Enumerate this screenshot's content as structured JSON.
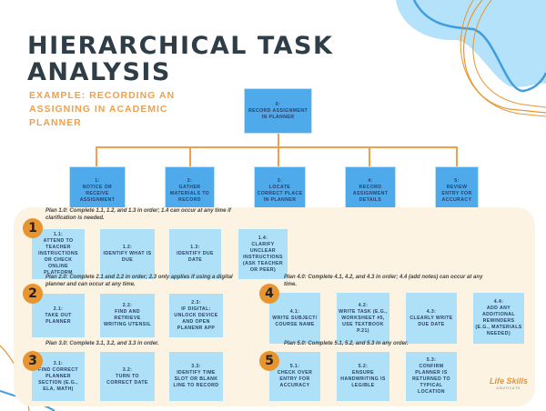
{
  "title": {
    "line1": "HIERARCHICAL TASK",
    "line2": "ANALYSIS"
  },
  "subtitle": "EXAMPLE: RECORDING AN ASSIGNING IN ACADEMIC PLANNER",
  "root": {
    "id": "0:",
    "label": "RECORD ASSIGNMENT IN PLANNER"
  },
  "level1": [
    {
      "id": "1:",
      "label": "NOTICE OR RECEIVE ASSIGNMENT"
    },
    {
      "id": "2:",
      "label": "GATHER MATERIALS TO RECORD"
    },
    {
      "id": "3:",
      "label": "LOCATE CORRECT PLACE IN PLANNER"
    },
    {
      "id": "4:",
      "label": "RECORD ASSIGNMENT DETAILS"
    },
    {
      "id": "5:",
      "label": "REVIEW ENTRY FOR ACCURACY"
    }
  ],
  "plans": [
    {
      "num": "1",
      "plan": "Plan 1.0: Complete 1.1, 1.2, and 1.3 in order; 1.4 can occur at any time if clarification is needed.",
      "steps": [
        {
          "id": "1.1:",
          "label": "ATTEND TO TEACHER INSTRUCTIONS OR CHECK ONLINE PLATFORM"
        },
        {
          "id": "1.2:",
          "label": "IDENTIFY WHAT IS DUE"
        },
        {
          "id": "1.3:",
          "label": "IDENTIFY DUE DATE"
        },
        {
          "id": "1.4:",
          "label": "CLARIFY UNCLEAR INSTRUCTIONS (ASK TEACHER OR PEER)"
        }
      ]
    },
    {
      "num": "2",
      "plan": "Plan 2.0: Complete 2.1 and 2.2 in order; 2.3 only applies if using a digital planner and can occur at any time.",
      "steps": [
        {
          "id": "2.1:",
          "label": "TAKE OUT PLANNER"
        },
        {
          "id": "2.2:",
          "label": "FIND AND RETRIEVE WRITING UTENSIL"
        },
        {
          "id": "2.3:",
          "label": "IF DIGITAL: UNLOCK DEVICE AND OPEN PLANENR APP"
        }
      ]
    },
    {
      "num": "3",
      "plan": "Plan 3.0: Complete 3.1, 3.2, and 3.3 in order.",
      "steps": [
        {
          "id": "3.1:",
          "label": "FIND CORRECT PLANNER SECTION (E.G., ELA, MATH)"
        },
        {
          "id": "3.2:",
          "label": "TURN TO CORRECT DATE"
        },
        {
          "id": "3.3:",
          "label": "IDENTIFY TIME SLOT OR BLANK LINE TO RECORD"
        }
      ]
    },
    {
      "num": "4",
      "plan": "Plan 4.0: Complete 4.1, 4.2, and 4.3 in order; 4.4 (add notes) can occur at any time.",
      "steps": [
        {
          "id": "4.1:",
          "label": "WRITE SUBJECT/ COURSE NAME"
        },
        {
          "id": "4.2:",
          "label": "WRITE TASK (E.G., WORKSHEET #5, USE TEXTBOOK P.21)"
        },
        {
          "id": "4.3:",
          "label": "CLEARLY WRITE DUE DATE"
        },
        {
          "id": "4.4:",
          "label": "ADD ANY ADDITIONAL REMINDERS (E.G., MATERIALS NEEDED)"
        }
      ]
    },
    {
      "num": "5",
      "plan": "Plan 5.0: Complete 5.1, 5.2, and 5.3 in any order.",
      "steps": [
        {
          "id": "5.1:",
          "label": "CHECK OVER ENTRY FOR ACCURACY"
        },
        {
          "id": "5.2:",
          "label": "ENSURE HANDWRITING IS LEGIBLE"
        },
        {
          "id": "5.3:",
          "label": "CONFIRM PLANNER IS RETURNED TO TYPICAL LOCATION"
        }
      ]
    }
  ],
  "logo": {
    "text": "Life Skills",
    "sub": "ADVOCATE"
  },
  "colors": {
    "dark": "#2f3d47",
    "orange": "#f0a04b",
    "blue": "#4eaaea",
    "lightblue": "#aee0f8",
    "panel": "#fdf3e3"
  }
}
